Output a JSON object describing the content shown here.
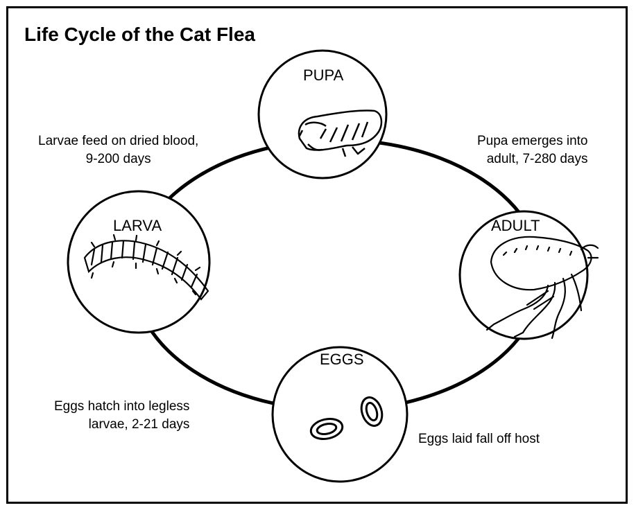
{
  "title": "Life Cycle of the Cat Flea",
  "stages": {
    "pupa": "PUPA",
    "larva": "LARVA",
    "adult": "ADULT",
    "eggs": "EGGS"
  },
  "transitions": {
    "larva_to_pupa": [
      "Larvae feed on dried blood,",
      "9-200 days"
    ],
    "pupa_to_adult": [
      "Pupa emerges into",
      "adult, 7-280 days"
    ],
    "eggs_to_larva": [
      "Eggs hatch into legless",
      "larvae, 2-21 days"
    ],
    "adult_to_eggs": [
      "Eggs laid fall off host"
    ]
  }
}
